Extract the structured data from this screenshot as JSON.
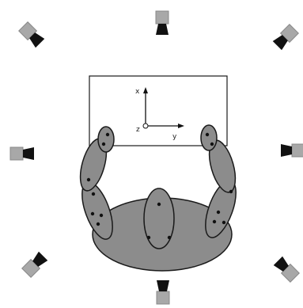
{
  "axes": {
    "x_label": "x",
    "y_label": "y",
    "z_label": "z"
  },
  "colors": {
    "body_fill": "#8c8c8c",
    "outline": "#1a1a1a",
    "camera_front": "#111111",
    "camera_back": "#a8a8a8",
    "table_fill": "#ffffff"
  },
  "cameras": [
    {
      "name": "camera-top",
      "icon": "camera-icon"
    },
    {
      "name": "camera-top-left",
      "icon": "camera-icon"
    },
    {
      "name": "camera-top-right",
      "icon": "camera-icon"
    },
    {
      "name": "camera-left",
      "icon": "camera-icon"
    },
    {
      "name": "camera-right",
      "icon": "camera-icon"
    },
    {
      "name": "camera-bottom-left",
      "icon": "camera-icon"
    },
    {
      "name": "camera-bottom-right",
      "icon": "camera-icon"
    },
    {
      "name": "camera-bottom",
      "icon": "camera-icon"
    }
  ]
}
